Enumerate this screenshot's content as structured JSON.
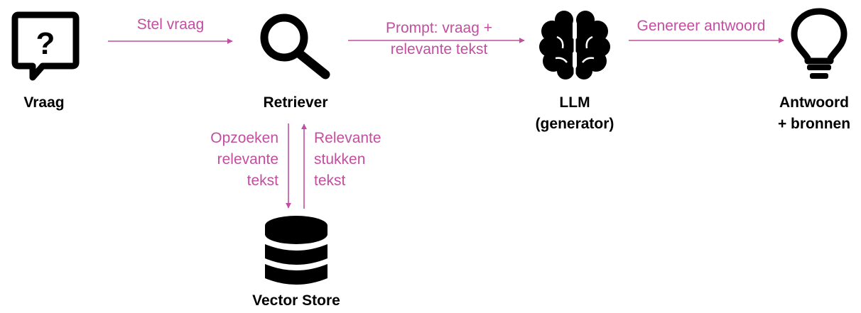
{
  "colors": {
    "edge": "#c24ea0",
    "node": "#000000",
    "background": "#ffffff"
  },
  "nodes": {
    "question": {
      "label": "Vraag",
      "icon": "question-speech-bubble-icon"
    },
    "retriever": {
      "label": "Retriever",
      "icon": "magnifier-icon"
    },
    "llm": {
      "label_line1": "LLM",
      "label_line2": "(generator)",
      "icon": "brain-icon"
    },
    "answer": {
      "label_line1": "Antwoord",
      "label_line2": "+ bronnen",
      "icon": "lightbulb-icon"
    },
    "vector_store": {
      "label": "Vector Store",
      "icon": "database-icon"
    }
  },
  "edges": {
    "ask": {
      "label": "Stel vraag"
    },
    "prompt": {
      "label_line1": "Prompt: vraag +",
      "label_line2": "relevante tekst"
    },
    "generate": {
      "label": "Genereer antwoord"
    },
    "lookup": {
      "label_line1": "Opzoeken",
      "label_line2": "relevante",
      "label_line3": "tekst"
    },
    "return": {
      "label_line1": "Relevante",
      "label_line2": "stukken",
      "label_line3": "tekst"
    }
  }
}
